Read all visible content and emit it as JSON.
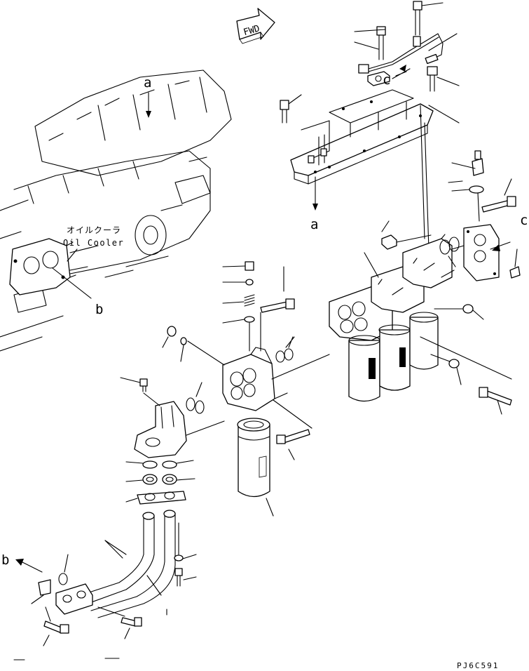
{
  "labels": {
    "fwd": "FWD",
    "ref_a": "a",
    "ref_b": "b",
    "ref_c": "c",
    "oil_cooler_jp": "オイルクーラ",
    "oil_cooler_en": "Oil Cooler",
    "drawing_code": "PJ6C591"
  },
  "colors": {
    "ink": "#000000",
    "paper": "#ffffff"
  }
}
